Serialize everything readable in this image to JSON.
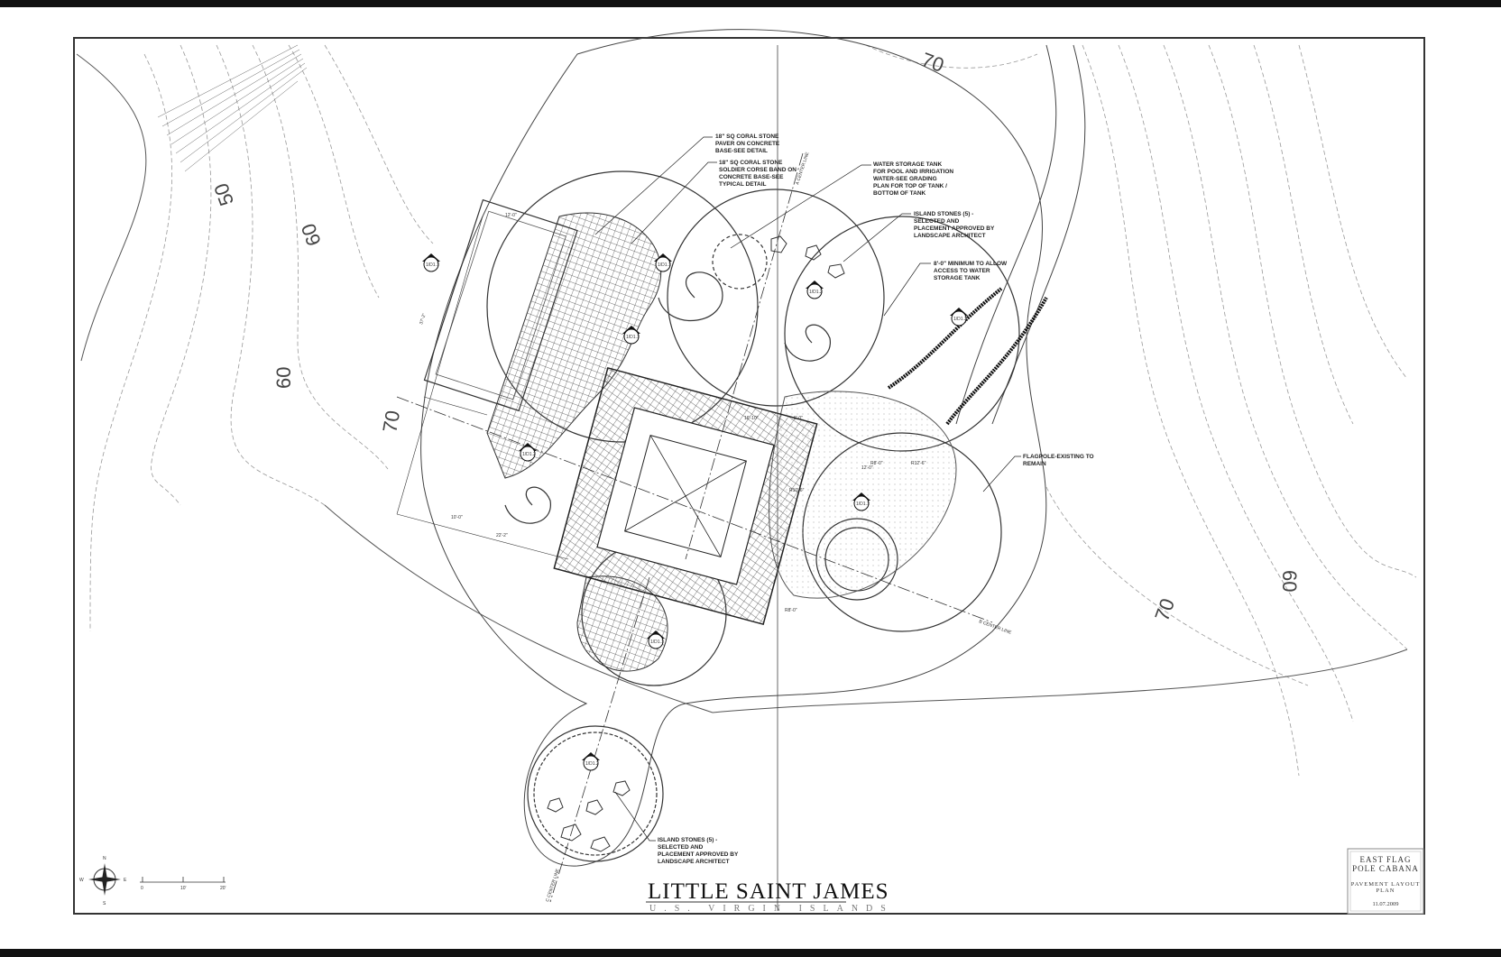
{
  "title": "Little Saint James",
  "subtitle": "U.S. Virgin Islands",
  "title_block": {
    "project_line1": "East Flag",
    "project_line2": "Pole Cabana",
    "sheet_line1": "Pavement Layout",
    "sheet_line2": "Plan",
    "date": "11.07.2009"
  },
  "notes": {
    "paver": [
      "18\" SQ CORAL STONE",
      "PAVER ON CONCRETE",
      "BASE-SEE DETAIL"
    ],
    "soldier": [
      "18\" SQ CORAL STONE",
      "SOLDIER CORSE BAND ON",
      "CONCRETE BASE-SEE",
      "TYPICAL DETAIL"
    ],
    "water_tank": [
      "WATER STORAGE TANK",
      "FOR POOL AND IRRIGATION",
      "WATER-SEE GRADING",
      "PLAN FOR TOP OF TANK /",
      "BOTTOM OF TANK"
    ],
    "island_stones_top": [
      "ISLAND STONES (5) -",
      "SELECTED AND",
      "PLACEMENT APPROVED BY",
      "LANDSCAPE ARCHITECT"
    ],
    "min_access": [
      "8'-0\" MINIMUM TO ALLOW",
      "ACCESS TO WATER",
      "STORAGE TANK"
    ],
    "flagpole": [
      "FLAGPOLE-EXISTING TO",
      "REMAIN"
    ],
    "island_stones_bottom": [
      "ISLAND STONES (5) -",
      "SELECTED AND",
      "PLACEMENT APPROVED BY",
      "LANDSCAPE ARCHITECT"
    ]
  },
  "center_lines": {
    "a": "A CENTER LINE",
    "b": "B CENTER LINE",
    "c": "C CENTER LINE"
  },
  "contour_labels": [
    "70",
    "50",
    "60",
    "60",
    "70",
    "60",
    "70"
  ],
  "detail_tags": [
    "1/D1.1",
    "1/D1.1",
    "1/D1.2",
    "1/D1.3",
    "1/D1.1",
    "1/D1.2",
    "1/D1.1",
    "1/D1.1",
    "1/D1.2"
  ],
  "scale_bar": {
    "labels": [
      "0",
      "10'",
      "20'"
    ]
  },
  "north_arrow": {
    "n": "N",
    "s": "S",
    "e": "E",
    "w": "W"
  },
  "dimensions": [
    "12'-0\"",
    "37'-2\"",
    "10'-0\"",
    "8'-0\"",
    "R8'-0\"",
    "R12'-6\"",
    "12'-0\"",
    "R10'-6\"",
    "22'-2\"",
    "R8'-0\"",
    "16'-10\""
  ]
}
